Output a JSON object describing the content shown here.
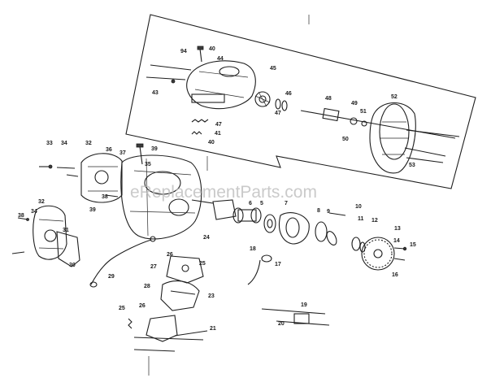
{
  "watermark": "eReplacementParts.com",
  "callouts": [
    {
      "id": "c94",
      "label": "94"
    },
    {
      "id": "c40a",
      "label": "40"
    },
    {
      "id": "c44",
      "label": "44"
    },
    {
      "id": "c43",
      "label": "43"
    },
    {
      "id": "c45",
      "label": "45"
    },
    {
      "id": "c46",
      "label": "46"
    },
    {
      "id": "c47",
      "label": "47"
    },
    {
      "id": "c48",
      "label": "48"
    },
    {
      "id": "c49",
      "label": "49"
    },
    {
      "id": "c51",
      "label": "51"
    },
    {
      "id": "c52",
      "label": "52"
    },
    {
      "id": "c47b",
      "label": "47"
    },
    {
      "id": "c41",
      "label": "41"
    },
    {
      "id": "c40b",
      "label": "40"
    },
    {
      "id": "c50",
      "label": "50"
    },
    {
      "id": "c53",
      "label": "53"
    },
    {
      "id": "c33",
      "label": "33"
    },
    {
      "id": "c34",
      "label": "34"
    },
    {
      "id": "c32a",
      "label": "32"
    },
    {
      "id": "c36",
      "label": "36"
    },
    {
      "id": "c37",
      "label": "37"
    },
    {
      "id": "c39a",
      "label": "39"
    },
    {
      "id": "c35",
      "label": "35"
    },
    {
      "id": "c38",
      "label": "38"
    },
    {
      "id": "c39b",
      "label": "39"
    },
    {
      "id": "c32b",
      "label": "32"
    },
    {
      "id": "c38b",
      "label": "38"
    },
    {
      "id": "c34b",
      "label": "34"
    },
    {
      "id": "c31",
      "label": "31"
    },
    {
      "id": "c30",
      "label": "30"
    },
    {
      "id": "c29",
      "label": "29"
    },
    {
      "id": "c24",
      "label": "24"
    },
    {
      "id": "c25",
      "label": "25"
    },
    {
      "id": "c27",
      "label": "27"
    },
    {
      "id": "c26",
      "label": "26"
    },
    {
      "id": "c28",
      "label": "28"
    },
    {
      "id": "c23",
      "label": "23"
    },
    {
      "id": "c25b",
      "label": "25"
    },
    {
      "id": "c26b",
      "label": "26"
    },
    {
      "id": "c21",
      "label": "21"
    },
    {
      "id": "c6",
      "label": "6"
    },
    {
      "id": "c5",
      "label": "5"
    },
    {
      "id": "c7",
      "label": "7"
    },
    {
      "id": "c8",
      "label": "8"
    },
    {
      "id": "c9",
      "label": "9"
    },
    {
      "id": "c10",
      "label": "10"
    },
    {
      "id": "c11",
      "label": "11"
    },
    {
      "id": "c12",
      "label": "12"
    },
    {
      "id": "c13",
      "label": "13"
    },
    {
      "id": "c14",
      "label": "14"
    },
    {
      "id": "c15",
      "label": "15"
    },
    {
      "id": "c16",
      "label": "16"
    },
    {
      "id": "c17",
      "label": "17"
    },
    {
      "id": "c18",
      "label": "18"
    },
    {
      "id": "c19",
      "label": "19"
    },
    {
      "id": "c20",
      "label": "20"
    }
  ]
}
